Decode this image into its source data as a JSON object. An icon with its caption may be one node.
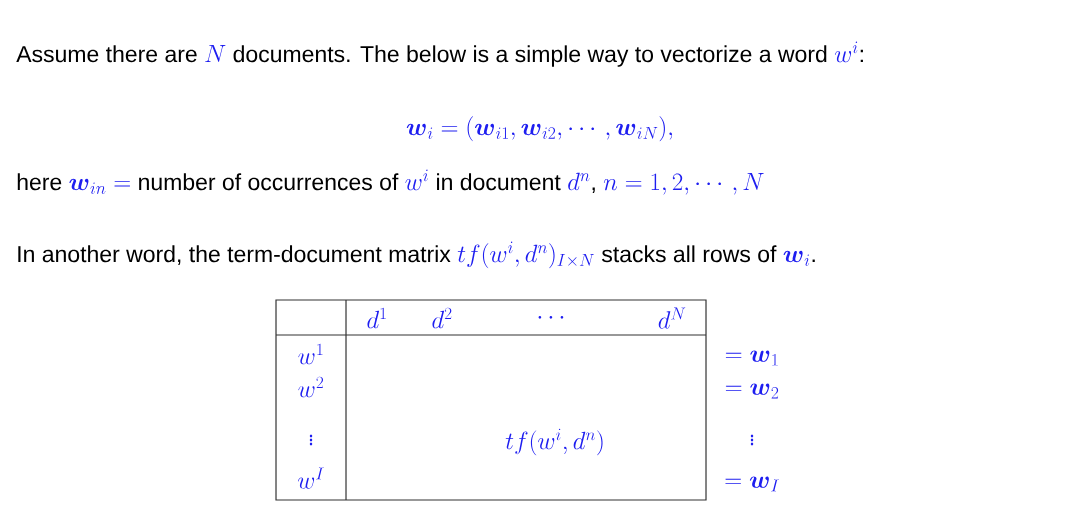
{
  "diagram": {
    "labels": [
      "Assume there are",
      "N",
      "documents. The below is a simple way to vectorize a word",
      "w^i",
      ":",
      "\\boldsymbol{w}_i = (\\boldsymbol{w}_{i1}, \\boldsymbol{w}_{i2}, \\cdots, \\boldsymbol{w}_{iN}),",
      "here",
      "\\boldsymbol{w}_{in} =",
      "number of occurrences of",
      "w^i",
      "in document",
      "d^n",
      ",",
      "n = 1, 2, \\cdots, N",
      "In another word, the term-document matrix",
      "tf(w^i, d^n)_{I\\times N}",
      "stacks all rows of",
      "\\boldsymbol{w}_i",
      ".",
      "d^1",
      "d^2",
      "\\cdots",
      "d^N",
      "w^1",
      "=\\boldsymbol{w}_1",
      "w^2",
      "=\\boldsymbol{w}_2",
      "\\vdots",
      "tf(w^i, d^n)",
      "\\vdots",
      "w^I",
      "=\\boldsymbol{w}_I"
    ]
  }
}
